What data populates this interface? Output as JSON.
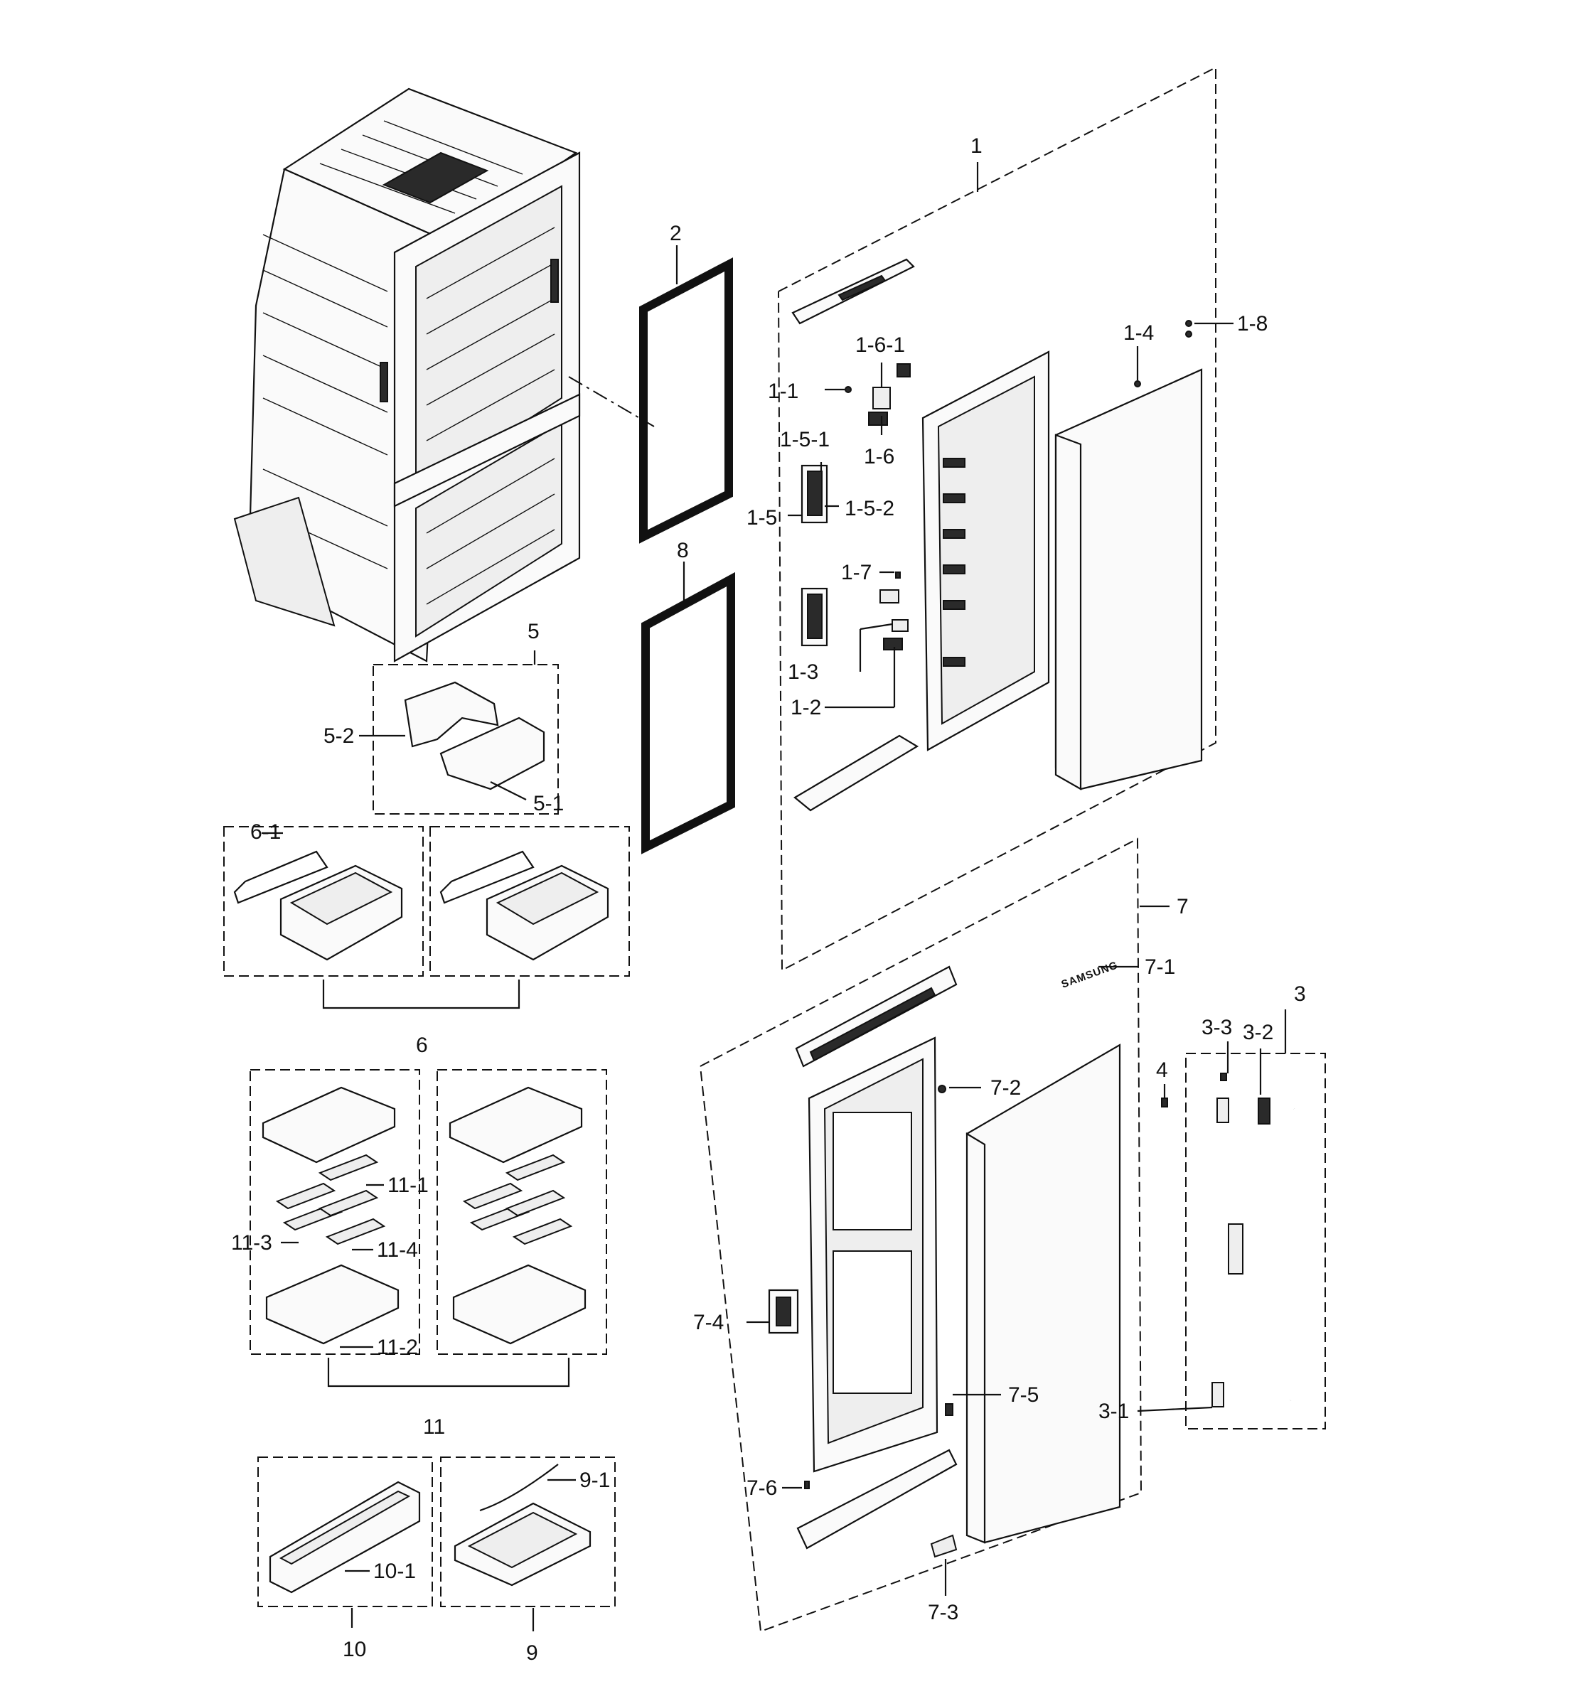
{
  "diagram": {
    "brand_marking": "SAMSUNG",
    "callouts": {
      "c1": "1",
      "c1_1": "1-1",
      "c1_2": "1-2",
      "c1_3": "1-3",
      "c1_4": "1-4",
      "c1_5": "1-5",
      "c1_5_1": "1-5-1",
      "c1_5_2": "1-5-2",
      "c1_6": "1-6",
      "c1_6_1": "1-6-1",
      "c1_7": "1-7",
      "c1_8": "1-8",
      "c2": "2",
      "c3": "3",
      "c3_1": "3-1",
      "c3_2": "3-2",
      "c3_3": "3-3",
      "c4": "4",
      "c5": "5",
      "c5_1": "5-1",
      "c5_2": "5-2",
      "c6": "6",
      "c6_1": "6-1",
      "c7": "7",
      "c7_1": "7-1",
      "c7_2": "7-2",
      "c7_3": "7-3",
      "c7_4": "7-4",
      "c7_5": "7-5",
      "c7_6": "7-6",
      "c8": "8",
      "c9": "9",
      "c9_1": "9-1",
      "c10": "10",
      "c10_1": "10-1",
      "c11": "11",
      "c11_1": "11-1",
      "c11_2": "11-2",
      "c11_3": "11-3",
      "c11_4": "11-4"
    }
  }
}
